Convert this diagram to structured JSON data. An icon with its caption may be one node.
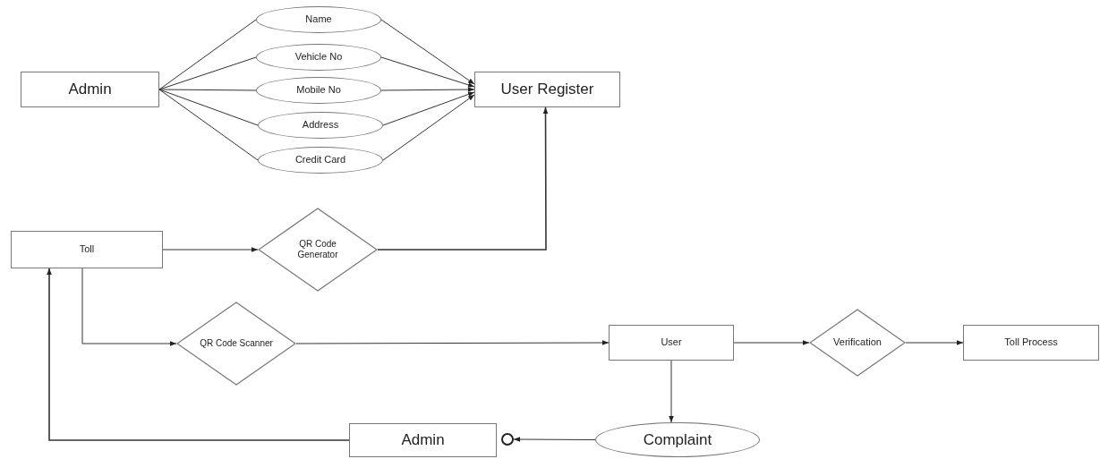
{
  "diagram": {
    "nodes": [
      {
        "text": [
          "Admin"
        ]
      },
      {
        "text": [
          "Name"
        ]
      },
      {
        "text": [
          "Vehicle No"
        ]
      },
      {
        "text": [
          "Mobile No"
        ]
      },
      {
        "text": [
          "Address"
        ]
      },
      {
        "text": [
          "Credit Card"
        ]
      },
      {
        "text": [
          "User Register"
        ]
      },
      {
        "text": [
          "Toll"
        ]
      },
      {
        "text": [
          "QR Code Generator"
        ]
      },
      {
        "text": [
          "QR Code Scanner"
        ]
      },
      {
        "text": [
          "User"
        ]
      },
      {
        "text": [
          "Verification"
        ]
      },
      {
        "text": [
          "Toll Process"
        ]
      },
      {
        "text": [
          "Admin"
        ]
      },
      {
        "text": [],
        "shape": "circle"
      },
      {
        "text": [
          "Complaint"
        ]
      }
    ],
    "edges": [
      {
        "from": 0,
        "to": 1,
        "arrow": "none"
      },
      {
        "from": 0,
        "to": 2,
        "arrow": "none"
      },
      {
        "from": 0,
        "to": 3,
        "arrow": "none"
      },
      {
        "from": 0,
        "to": 4,
        "arrow": "none"
      },
      {
        "from": 0,
        "to": 5,
        "arrow": "none"
      },
      {
        "from": 1,
        "to": 6,
        "arrow": "to"
      },
      {
        "from": 2,
        "to": 6,
        "arrow": "to"
      },
      {
        "from": 3,
        "to": 6,
        "arrow": "to"
      },
      {
        "from": 4,
        "to": 6,
        "arrow": "to"
      },
      {
        "from": 5,
        "to": 6,
        "arrow": "to"
      },
      {
        "from": 7,
        "to": 8,
        "arrow": "to"
      },
      {
        "from": 8,
        "to": 6,
        "arrow": "to"
      },
      {
        "from": 7,
        "to": 9,
        "arrow": "to"
      },
      {
        "from": 9,
        "to": 10,
        "arrow": "to"
      },
      {
        "from": 10,
        "to": 11,
        "arrow": "to"
      },
      {
        "from": 11,
        "to": 12,
        "arrow": "to"
      },
      {
        "from": 10,
        "to": 15,
        "arrow": "to"
      },
      {
        "from": 15,
        "to": 14,
        "arrow": "to"
      },
      {
        "from": 13,
        "to": 7,
        "arrow": "to"
      }
    ]
  }
}
